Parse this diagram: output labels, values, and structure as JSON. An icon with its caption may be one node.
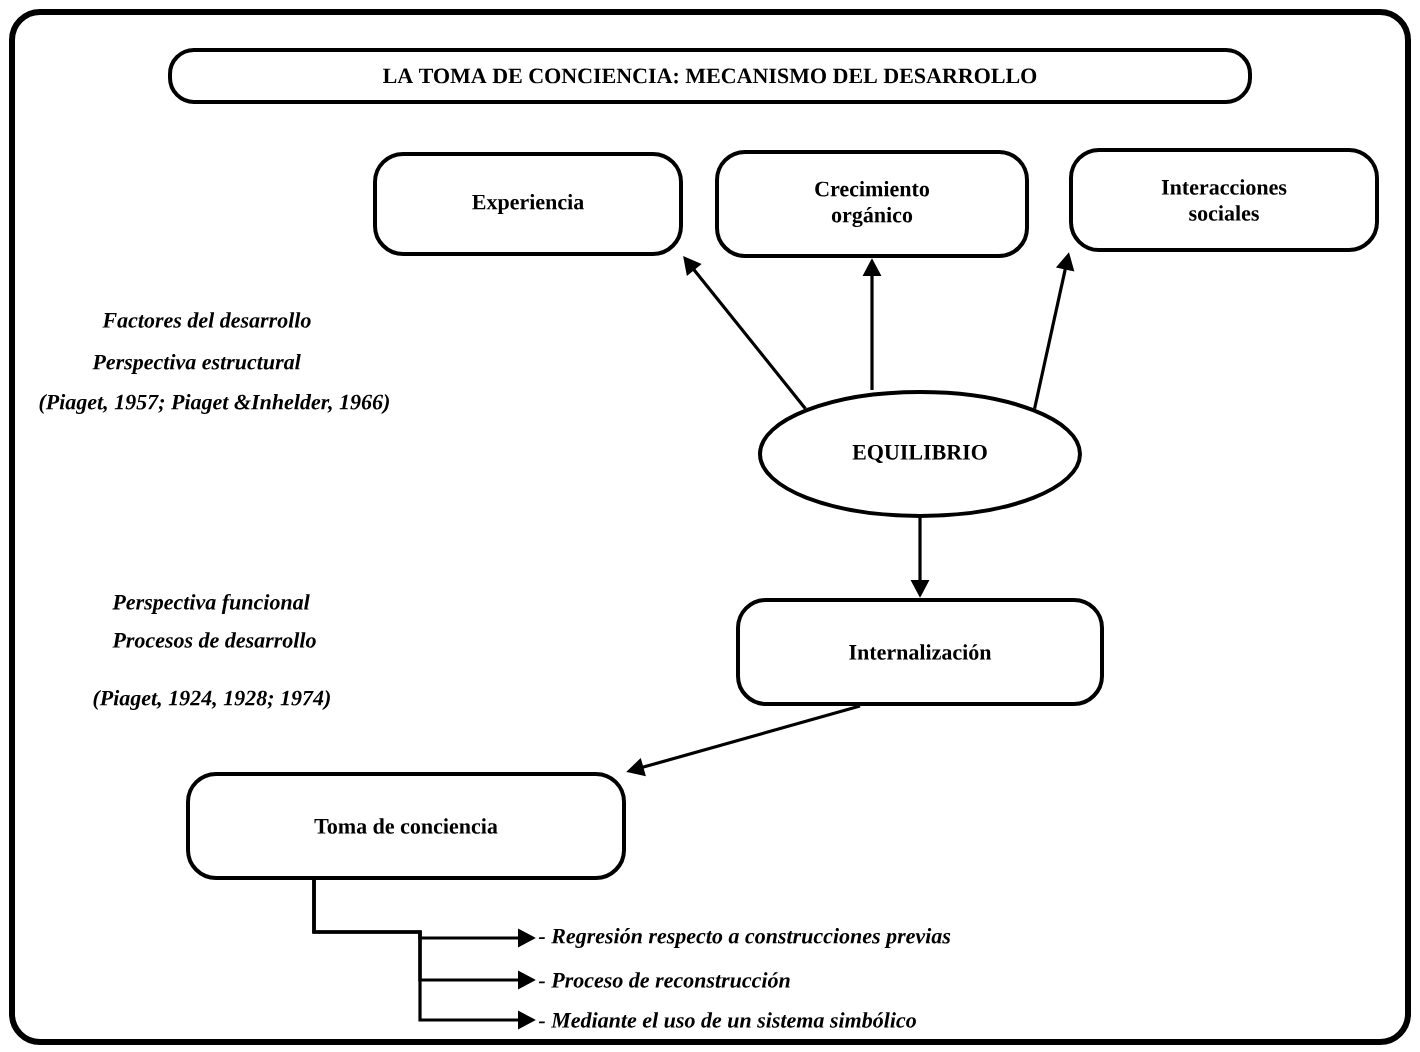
{
  "diagram": {
    "nodes": [
      {
        "text": [
          "LA TOMA DE CONCIENCIA: MECANISMO DEL DESARROLLO"
        ]
      },
      {
        "text": [
          "Experiencia"
        ]
      },
      {
        "text": [
          "Crecimiento orgánico"
        ]
      },
      {
        "text": [
          "Interacciones sociales"
        ]
      },
      {
        "text": [
          "EQUILIBRIO"
        ]
      },
      {
        "text": [
          "Internalización"
        ]
      },
      {
        "text": [
          "Toma de conciencia"
        ]
      },
      {
        "text": [
          "- Regresión respecto a construcciones previas"
        ]
      },
      {
        "text": [
          "- Proceso de reconstrucción"
        ]
      },
      {
        "text": [
          "- Mediante el uso de un sistema simbólico"
        ]
      }
    ],
    "edges": [
      {
        "from": 4,
        "to": 1,
        "arrow": "to"
      },
      {
        "from": 4,
        "to": 2,
        "arrow": "to"
      },
      {
        "from": 4,
        "to": 3,
        "arrow": "to"
      },
      {
        "from": 4,
        "to": 5,
        "arrow": "to"
      },
      {
        "from": 5,
        "to": 6,
        "arrow": "to"
      },
      {
        "from": 6,
        "to": 7,
        "arrow": "to"
      },
      {
        "from": 6,
        "to": 8,
        "arrow": "to"
      },
      {
        "from": 6,
        "to": 9,
        "arrow": "to"
      }
    ],
    "labels": [
      "Factores del desarrollo",
      "Perspectiva estructural",
      "(Piaget, 1957; Piaget &Inhelder, 1966)",
      "Perspectiva funcional",
      "Procesos de desarrollo",
      "(Piaget, 1924, 1928; 1974)"
    ]
  }
}
